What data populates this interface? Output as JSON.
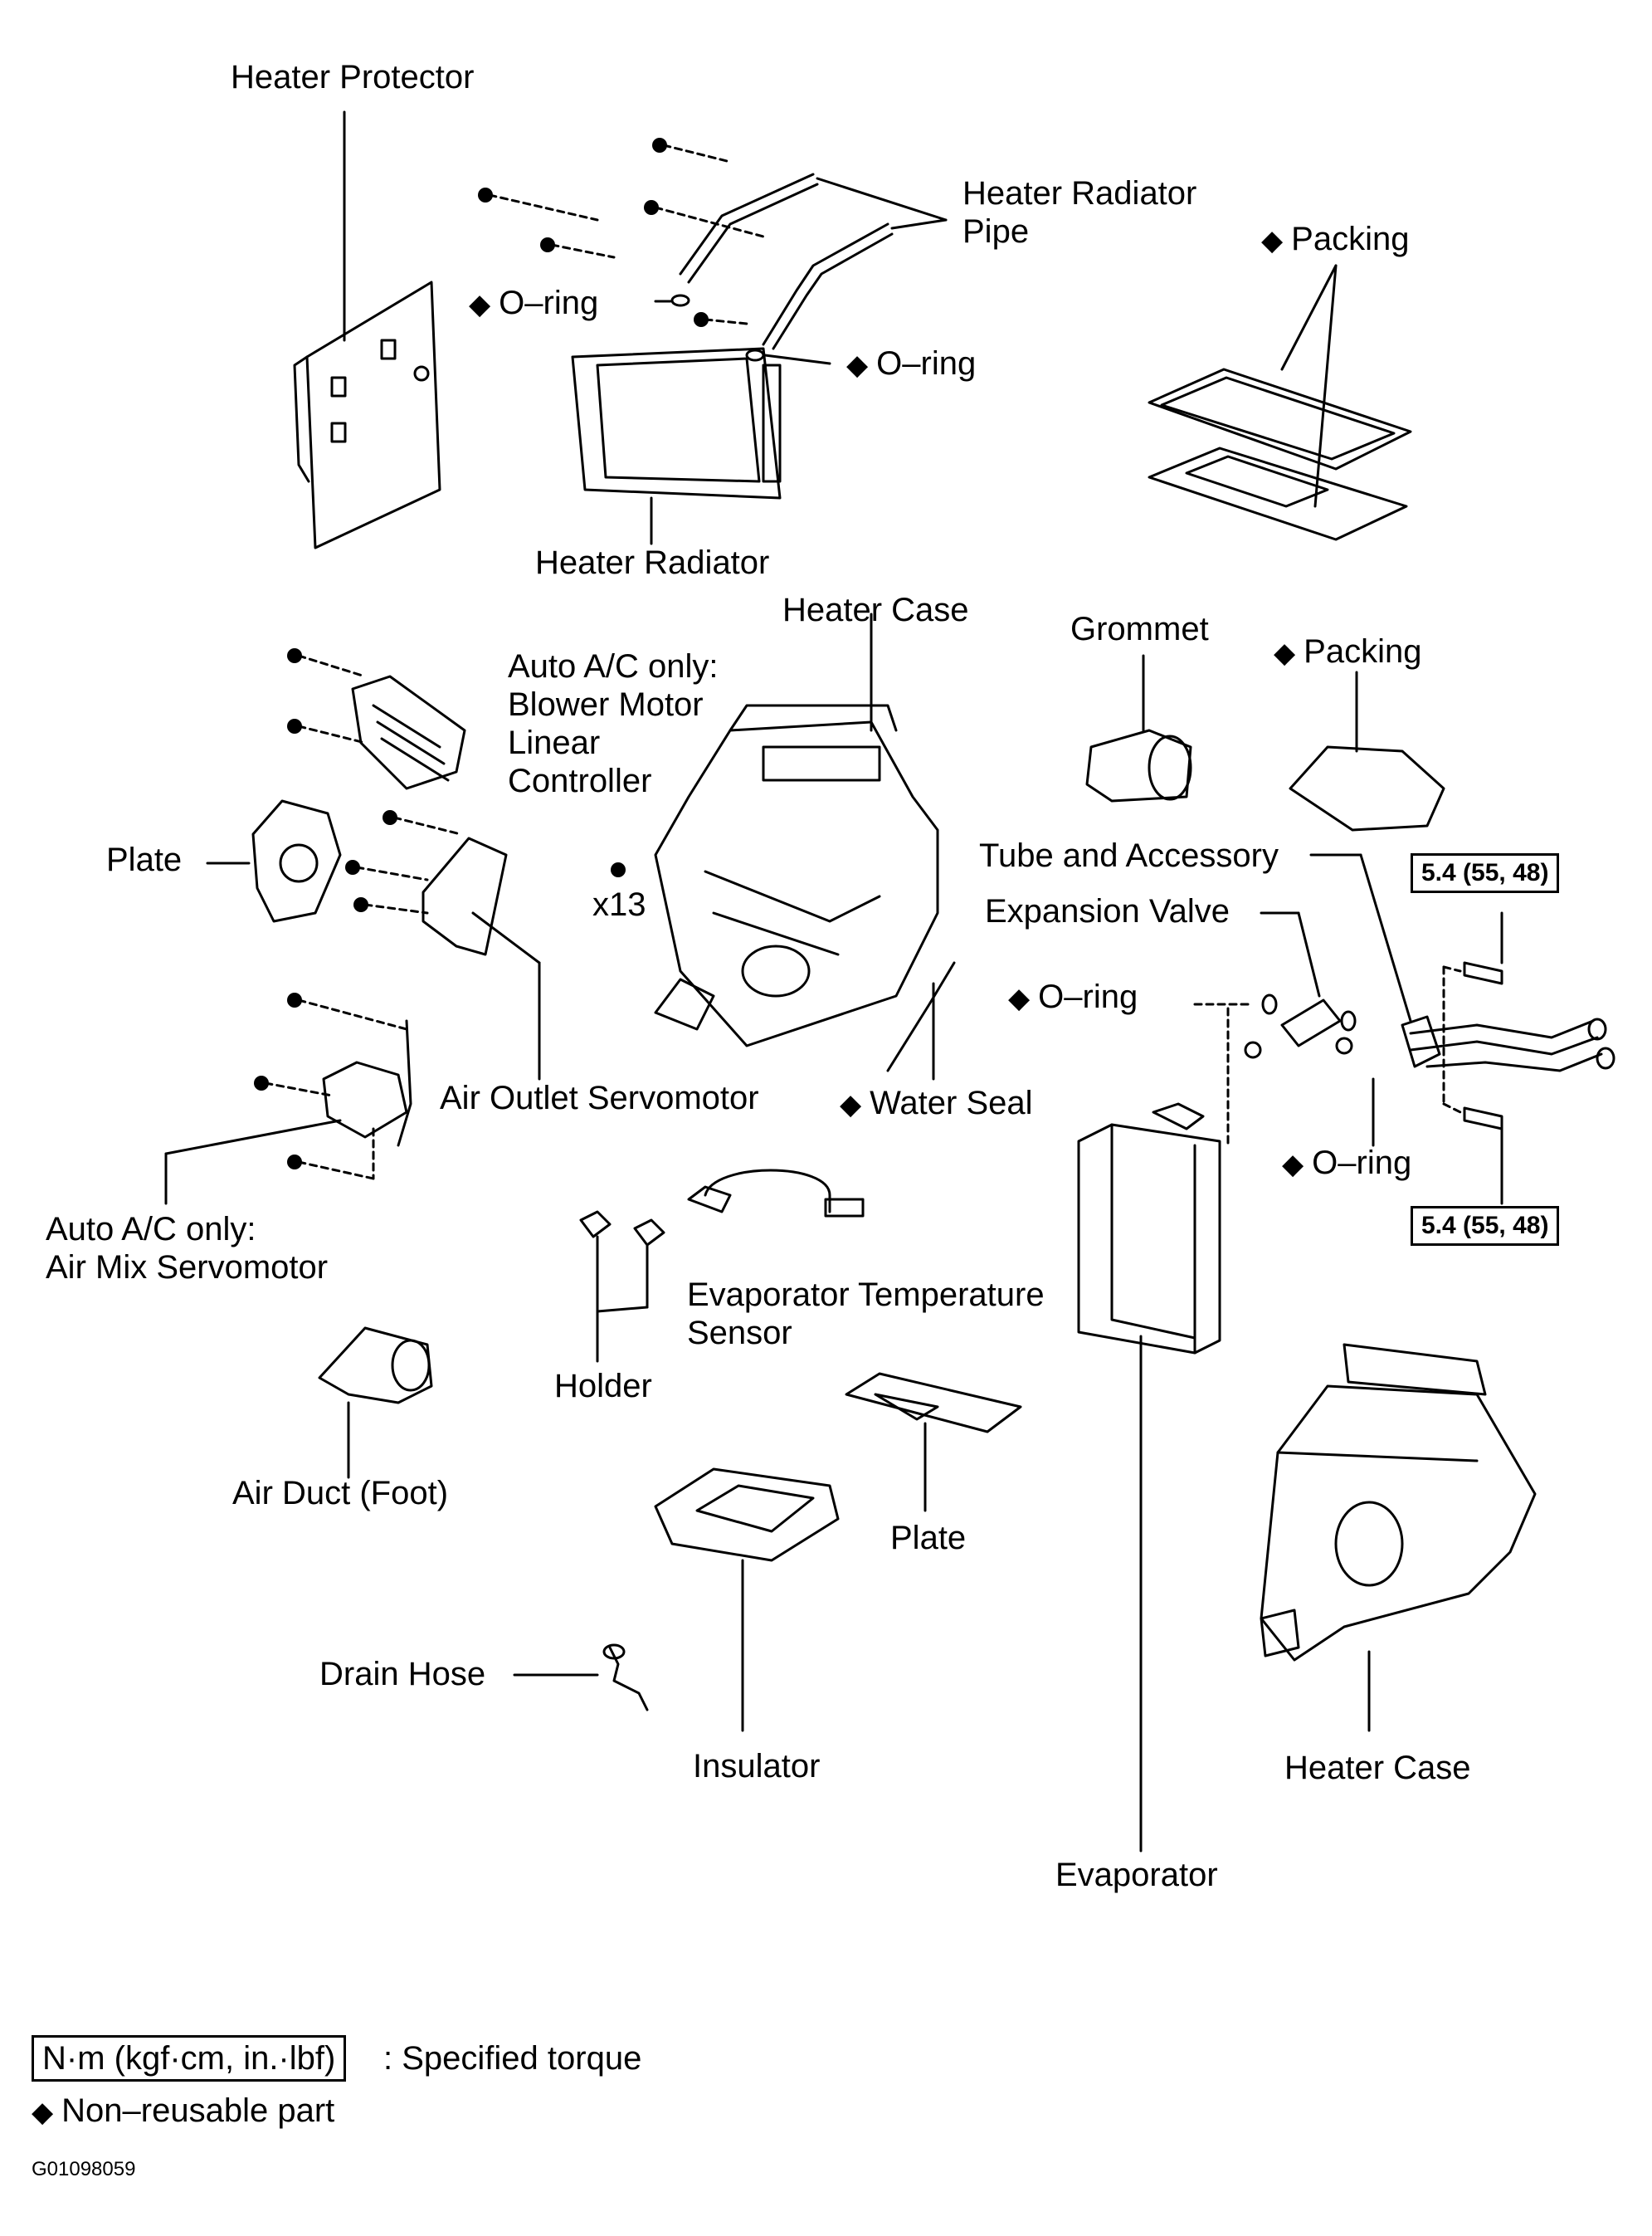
{
  "labels": {
    "heater_protector": "Heater Protector",
    "heater_radiator_pipe": "Heater Radiator\nPipe",
    "o_ring_1": "O–ring",
    "o_ring_2": "O–ring",
    "packing_1": "Packing",
    "heater_radiator": "Heater Radiator",
    "heater_case_top": "Heater Case",
    "blower_controller": "Auto A/C only:\nBlower Motor\nLinear\nController",
    "grommet": "Grommet",
    "packing_2": "Packing",
    "plate_left": "Plate",
    "x13": "x13",
    "tube_accessory": "Tube and Accessory",
    "expansion_valve": "Expansion Valve",
    "o_ring_3": "O–ring",
    "o_ring_4": "O–ring",
    "air_outlet_servomotor": "Air Outlet Servomotor",
    "water_seal": "Water Seal",
    "air_mix_servomotor": "Auto A/C only:\nAir Mix Servomotor",
    "evap_temp_sensor": "Evaporator Temperature\nSensor",
    "holder": "Holder",
    "air_duct_foot": "Air Duct (Foot)",
    "plate_right": "Plate",
    "drain_hose": "Drain Hose",
    "insulator": "Insulator",
    "heater_case_bottom": "Heater Case",
    "evaporator": "Evaporator"
  },
  "torque": {
    "upper": "5.4 (55, 48)",
    "lower": "5.4 (55, 48)"
  },
  "legend": {
    "torque_box": "N·m (kgf·cm, in.·lbf)",
    "torque_text": ": Specified torque",
    "nonreusable_symbol": "◆",
    "nonreusable_text": "Non–reusable part"
  },
  "figure_id": "G01098059"
}
